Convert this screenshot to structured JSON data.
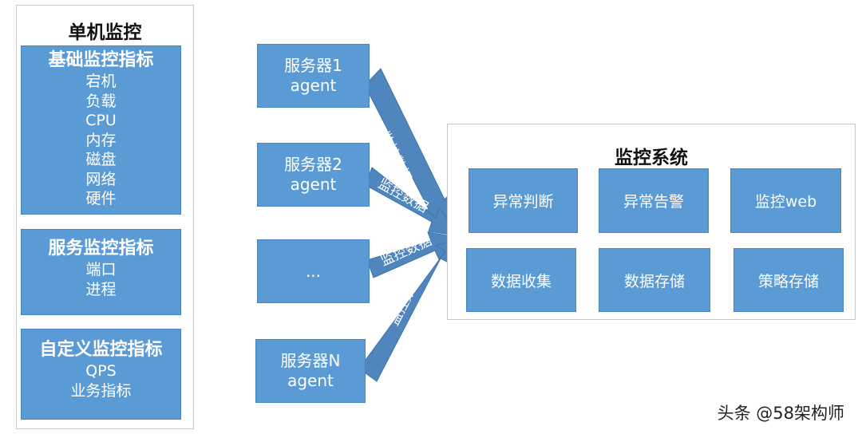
{
  "single_monitor": {
    "title": "单机监控",
    "groups": [
      {
        "title": "基础监控指标",
        "items": [
          "宕机",
          "负载",
          "CPU",
          "内存",
          "磁盘",
          "网络",
          "硬件"
        ]
      },
      {
        "title": "服务监控指标",
        "items": [
          "端口",
          "进程"
        ]
      },
      {
        "title": "自定义监控指标",
        "items": [
          "QPS",
          "业务指标"
        ]
      }
    ]
  },
  "servers": [
    {
      "name": "服务器1",
      "sub": "agent"
    },
    {
      "name": "服务器2",
      "sub": "agent"
    },
    {
      "name": "...",
      "sub": ""
    },
    {
      "name": "服务器N",
      "sub": "agent"
    }
  ],
  "arrows": {
    "labels": [
      "监控数据",
      "监控数据",
      "监控数据",
      "监控数据"
    ]
  },
  "monitor_system": {
    "title": "监控系统",
    "modules": [
      "异常判断",
      "异常告警",
      "监控web",
      "数据收集",
      "数据存储",
      "策略存储"
    ]
  },
  "watermark": "头条 @58架构师",
  "colors": {
    "box_fill": "#5b9bd5",
    "arrow_fill": "#4f86be",
    "text_on_box": "#ffffff"
  }
}
